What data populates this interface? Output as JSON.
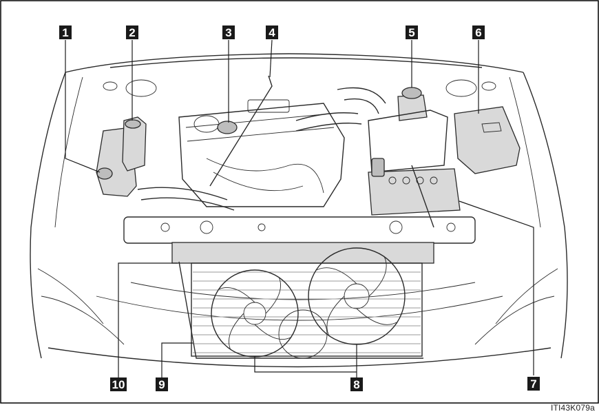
{
  "callouts": [
    {
      "id": "1",
      "label": "1"
    },
    {
      "id": "2",
      "label": "2"
    },
    {
      "id": "3",
      "label": "3"
    },
    {
      "id": "4",
      "label": "4"
    },
    {
      "id": "5",
      "label": "5"
    },
    {
      "id": "6",
      "label": "6"
    },
    {
      "id": "7",
      "label": "7"
    },
    {
      "id": "8",
      "label": "8"
    },
    {
      "id": "9",
      "label": "9"
    },
    {
      "id": "10",
      "label": "10"
    }
  ],
  "reference_code": "ITI43K079a"
}
